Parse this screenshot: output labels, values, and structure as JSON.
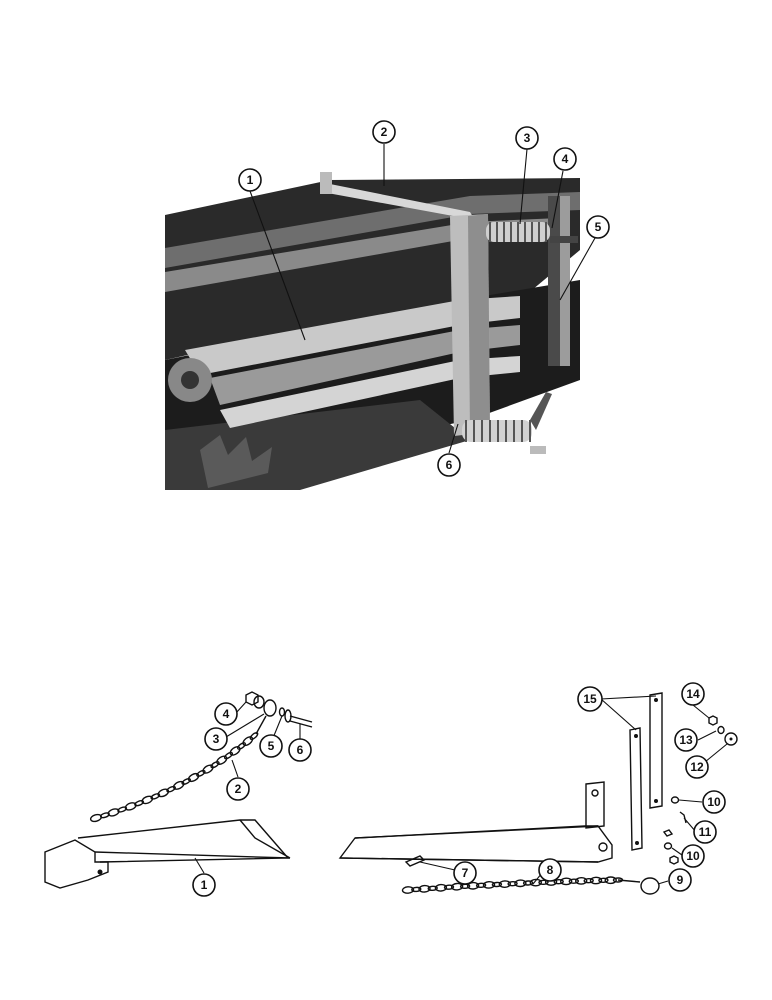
{
  "photo": {
    "callouts": [
      {
        "label": "1"
      },
      {
        "label": "2"
      },
      {
        "label": "3"
      },
      {
        "label": "4"
      },
      {
        "label": "5"
      },
      {
        "label": "6"
      }
    ]
  },
  "left_parts": {
    "callouts": [
      {
        "label": "4"
      },
      {
        "label": "3"
      },
      {
        "label": "5"
      },
      {
        "label": "6"
      },
      {
        "label": "2"
      },
      {
        "label": "1"
      }
    ]
  },
  "right_parts": {
    "callouts": [
      {
        "label": "15"
      },
      {
        "label": "14"
      },
      {
        "label": "13"
      },
      {
        "label": "12"
      },
      {
        "label": "10"
      },
      {
        "label": "11"
      },
      {
        "label": "10"
      },
      {
        "label": "7"
      },
      {
        "label": "8"
      },
      {
        "label": "9"
      }
    ]
  },
  "colors": {
    "ink": "#111111",
    "paper": "#ffffff",
    "photo_dark": "#1a1a1a",
    "photo_mid": "#777777"
  }
}
